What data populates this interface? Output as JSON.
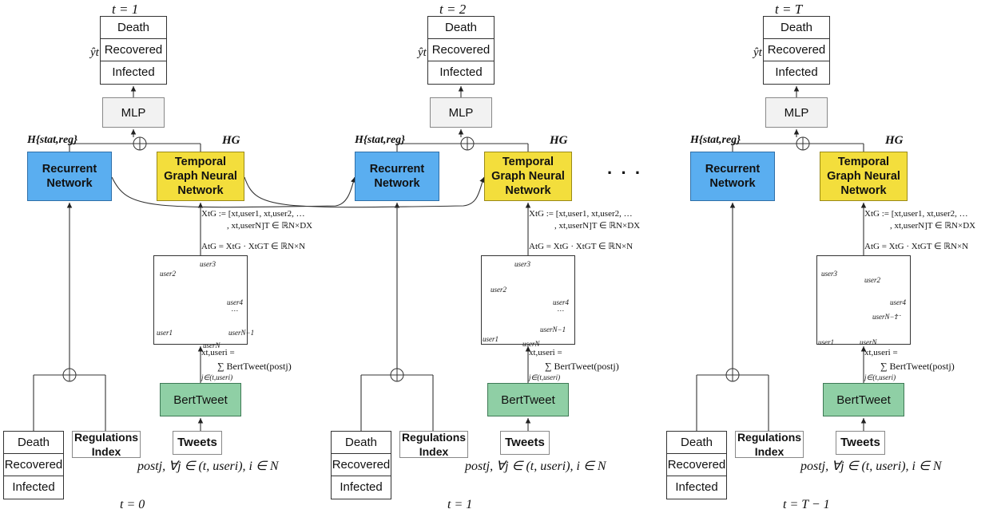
{
  "steps": [
    {
      "time_label": "t = 1",
      "input_time_label": "t = 0",
      "yhat_label": "ŷt",
      "outputs": [
        "Death",
        "Recovered",
        "Infected"
      ],
      "mlp_label": "MLP",
      "rnn_label": "Recurrent Network",
      "tgnn_label": "Temporal Graph Neural Network",
      "h_stat_label": "H{stat,reg}",
      "h_graph_label": "HG",
      "x_formula_1": "XtG := [xt,user1, xt,user2, …",
      "x_formula_2": ", xt,userN]T ∈ ℝN×DX",
      "a_formula": "AtG = XtG · XtGT ∈ ℝN×N",
      "sum_formula_1": "xt,useri =",
      "sum_formula_2": "∑ BertTweet(postj)",
      "sum_formula_3": "j∈(t,useri)",
      "bert_label": "BertTweet",
      "tweets_label": "Tweets",
      "regulations_label": "Regulations Index",
      "inputs": [
        "Death",
        "Recovered",
        "Infected"
      ],
      "post_formula": "postj, ∀j ∈ (t, useri), i ∈ N",
      "users": [
        "user3",
        "user2",
        "user4",
        "…",
        "user1",
        "userN−1",
        "userN"
      ]
    },
    {
      "time_label": "t = 2",
      "input_time_label": "t = 1",
      "yhat_label": "ŷt",
      "outputs": [
        "Death",
        "Recovered",
        "Infected"
      ],
      "mlp_label": "MLP",
      "rnn_label": "Recurrent Network",
      "tgnn_label": "Temporal Graph Neural Network",
      "h_stat_label": "H{stat,reg}",
      "h_graph_label": "HG",
      "x_formula_1": "XtG := [xt,user1, xt,user2, …",
      "x_formula_2": ", xt,userN]T ∈ ℝN×DX",
      "a_formula": "AtG = XtG · XtGT ∈ ℝN×N",
      "sum_formula_1": "xt,useri =",
      "sum_formula_2": "∑ BertTweet(postj)",
      "sum_formula_3": "j∈(t,useri)",
      "bert_label": "BertTweet",
      "tweets_label": "Tweets",
      "regulations_label": "Regulations Index",
      "inputs": [
        "Death",
        "Recovered",
        "Infected"
      ],
      "post_formula": "postj, ∀j ∈ (t, useri), i ∈ N",
      "users": [
        "user3",
        "user2",
        "user4",
        "…",
        "user1",
        "userN−1",
        "userN"
      ]
    },
    {
      "time_label": "t = T",
      "input_time_label": "t = T − 1",
      "yhat_label": "ŷt",
      "outputs": [
        "Death",
        "Recovered",
        "Infected"
      ],
      "mlp_label": "MLP",
      "rnn_label": "Recurrent Network",
      "tgnn_label": "Temporal Graph Neural Network",
      "h_stat_label": "H{stat,reg}",
      "h_graph_label": "HG",
      "x_formula_1": "XtG := [xt,user1, xt,user2, …",
      "x_formula_2": ", xt,userN]T ∈ ℝN×DX",
      "a_formula": "AtG = XtG · XtGT ∈ ℝN×N",
      "sum_formula_1": "xt,useri =",
      "sum_formula_2": "∑ BertTweet(postj)",
      "sum_formula_3": "j∈(t,useri)",
      "bert_label": "BertTweet",
      "tweets_label": "Tweets",
      "regulations_label": "Regulations Index",
      "inputs": [
        "Death",
        "Recovered",
        "Infected"
      ],
      "post_formula": "postj, ∀j ∈ (t, useri), i ∈ N",
      "users": [
        "user2",
        "user3",
        "user4",
        "…",
        "userN−1",
        "user1",
        "userN"
      ]
    }
  ],
  "ellipsis": "· · ·",
  "colors": {
    "rnn": "#5aaef0",
    "tgnn": "#f3de3c",
    "bert": "#8fcfa5",
    "mlp": "#f2f2f2"
  },
  "node_colors": {
    "step1": [
      "#c9dcf7",
      "#fbe6c2",
      "#c9ecc9",
      "#bfe3f5",
      "#e2d0ee",
      "#3a9a24"
    ],
    "step2": [
      "#6b86f0",
      "#f3f32a",
      "#a8e8a0",
      "#a86be8",
      "#d4c6e6",
      "#aab8a8"
    ],
    "step3": [
      "#fbecd0",
      "#5b8ef0",
      "#dde8dd",
      "#bfeef7",
      "#5aa82a",
      "#f2a8e8"
    ]
  }
}
